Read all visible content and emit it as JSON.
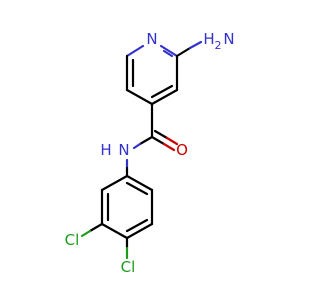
{
  "molecule": {
    "atoms": {
      "ring_n": "N",
      "amine_n": "N",
      "amine_h": "H",
      "amine_sub": "2",
      "amide_n": "N",
      "amide_h": "H",
      "carbonyl_o": "O",
      "cl_3": "Cl",
      "cl_4": "Cl"
    },
    "colors": {
      "carbon_bond": "#000000",
      "nitrogen": "#3333cc",
      "oxygen": "#cc0000",
      "chlorine": "#1c9b1c"
    }
  }
}
